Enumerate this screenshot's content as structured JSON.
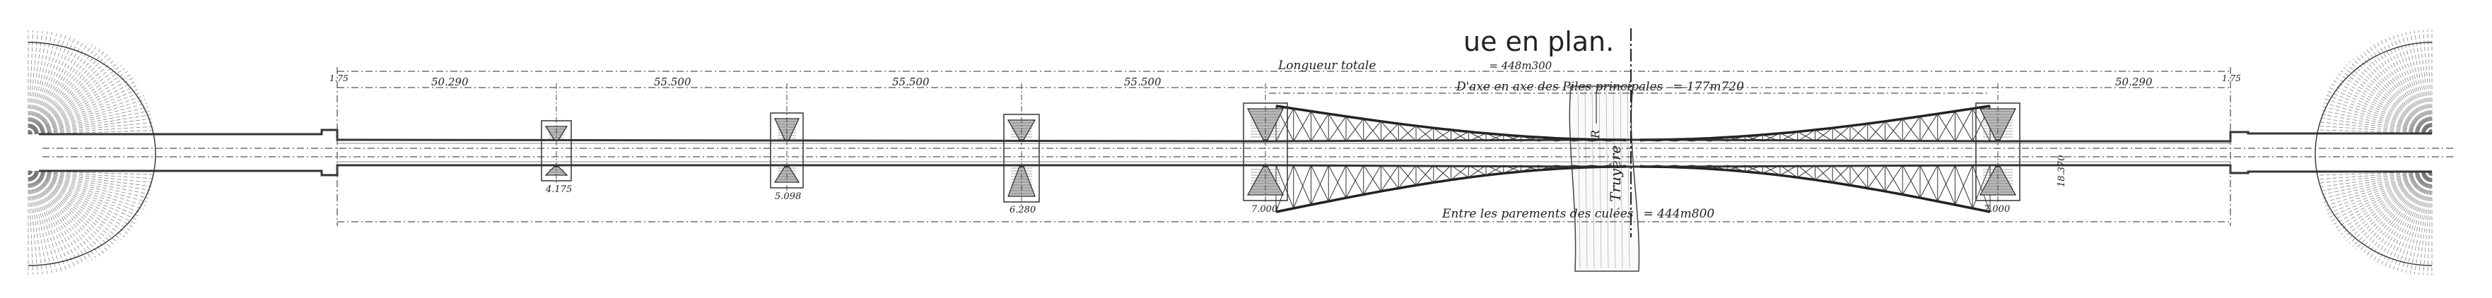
{
  "title": "ue en plan.",
  "dimensions": {
    "total_length_label": "Longueur totale",
    "total_length_value": "= 448m300",
    "main_piers_label": "D'axe en axe des Piles principales",
    "main_piers_value": "= 177m720",
    "abutments_label": "Entre les parements des culées",
    "abutments_value": "= 444m800",
    "spans": [
      "1.75",
      "50.290",
      "55.500",
      "55.500",
      "55.500",
      "50.290",
      "1.75"
    ],
    "pier_widths": [
      "4.175",
      "5.098",
      "6.280",
      "7.000",
      "7.000"
    ],
    "pier_height_right": "18.370"
  },
  "river": {
    "name": "Truyère",
    "flow_marker": "R"
  }
}
